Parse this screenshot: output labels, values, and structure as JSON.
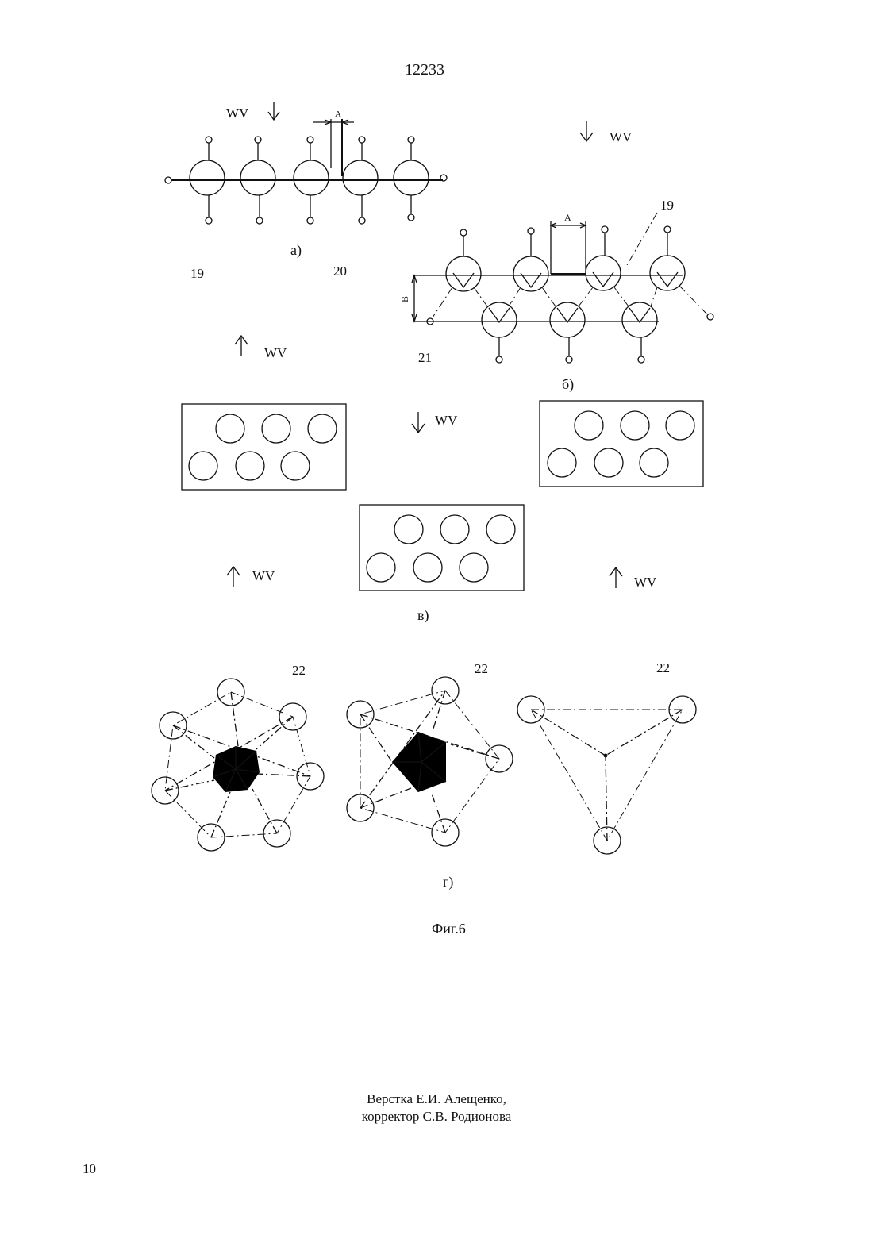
{
  "page": {
    "number_top": "12233",
    "number_bottom": "10"
  },
  "figure": {
    "caption": "Фиг.6",
    "sub_a": "а)",
    "sub_b": "б)",
    "sub_v": "в)",
    "sub_g": "г)",
    "wind_label": "WV",
    "dim_a": "A",
    "dim_b": "B",
    "ref_19": "19",
    "ref_20": "20",
    "ref_21": "21",
    "ref_22": "22"
  },
  "credits": {
    "line1": "Верстка Е.И. Алещенко,",
    "line2": "корректор С.В. Родионова"
  }
}
